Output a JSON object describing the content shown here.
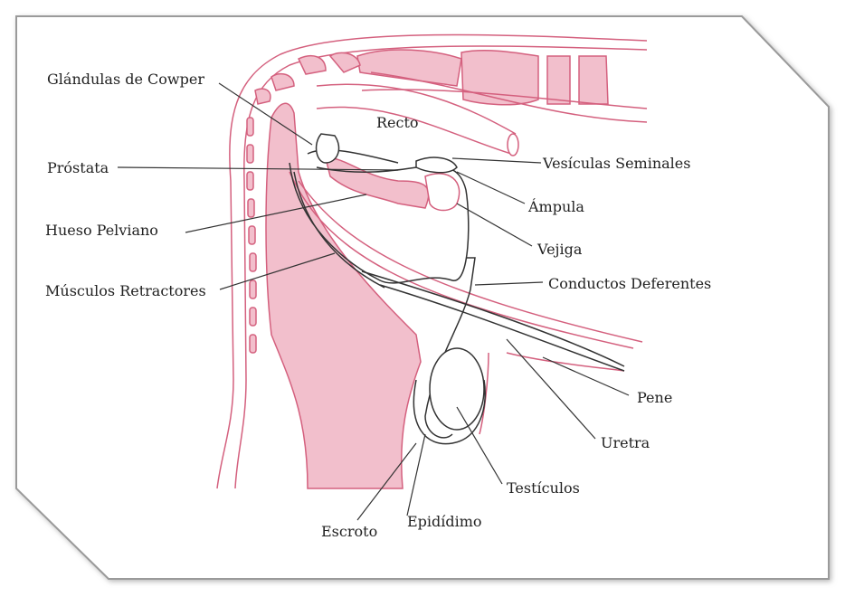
{
  "colors": {
    "tissue_fill": "#f2bfcc",
    "tissue_stroke": "#d4607e",
    "line": "#333333",
    "frame_border": "#9a9a9a"
  },
  "labels": {
    "cowper": "Glándulas de Cowper",
    "prostata": "Próstata",
    "hueso": "Hueso Pelviano",
    "musculos": "Músculos Retractores",
    "recto": "Recto",
    "vesiculas": "Vesículas Seminales",
    "ampula": "Ámpula",
    "vejiga": "Vejiga",
    "conductos": "Conductos Deferentes",
    "pene": "Pene",
    "uretra": "Uretra",
    "testiculos": "Testículos",
    "epididimo": "Epidídimo",
    "escroto": "Escroto"
  }
}
